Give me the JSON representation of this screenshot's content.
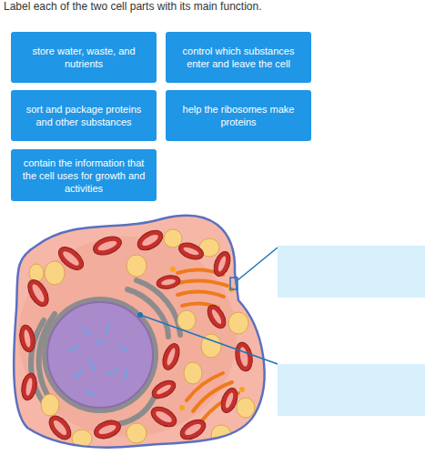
{
  "diagram": {
    "title": "Label each of the two cell parts with its main function.",
    "nodes": [
      {
        "text": [
          "store water, waste, and nutrients"
        ]
      },
      {
        "text": [
          "control which substances enter and leave the cell"
        ]
      },
      {
        "text": [
          "sort and package proteins and other substances"
        ]
      },
      {
        "text": [
          "help the ribosomes make proteins"
        ]
      },
      {
        "text": [
          "contain the information that the cell uses for growth and activities"
        ]
      }
    ]
  }
}
